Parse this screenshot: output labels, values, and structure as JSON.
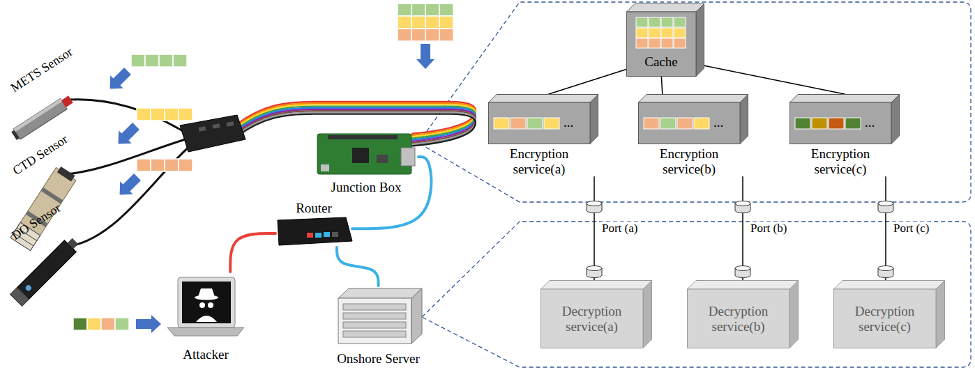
{
  "diagram": {
    "nodes": [
      {
        "text": [
          "Junction Box"
        ]
      },
      {
        "text": [
          "Router"
        ]
      },
      {
        "text": [
          "Attacker"
        ]
      },
      {
        "text": [
          "Onshore Server"
        ]
      },
      {
        "text": [
          "Cache"
        ]
      },
      {
        "text": [
          "...",
          "Encryption service(a)"
        ]
      },
      {
        "text": [
          "...",
          "Encryption service(b)"
        ]
      },
      {
        "text": [
          "...",
          "Encryption service(c)"
        ]
      },
      {
        "text": [
          "Decryption service(a)"
        ]
      },
      {
        "text": [
          "Decryption service(b)"
        ]
      },
      {
        "text": [
          "Decryption service(c)"
        ]
      }
    ],
    "edges": [
      {
        "from": 0,
        "to": 1,
        "arrow": "none"
      },
      {
        "from": 2,
        "to": 1,
        "arrow": "none"
      },
      {
        "from": 1,
        "to": 3,
        "arrow": "none"
      },
      {
        "from": 4,
        "to": 5,
        "arrow": "none"
      },
      {
        "from": 4,
        "to": 6,
        "arrow": "none"
      },
      {
        "from": 4,
        "to": 7,
        "arrow": "none"
      },
      {
        "from": 5,
        "to": 8,
        "label": "Port (a)",
        "arrow": "none"
      },
      {
        "from": 6,
        "to": 9,
        "label": "Port (b)",
        "arrow": "none"
      },
      {
        "from": 7,
        "to": 10,
        "label": "Port (c)",
        "arrow": "none"
      }
    ],
    "labels": [
      "METS Sensor",
      "CTD Sensor",
      "DO Sensor"
    ]
  }
}
